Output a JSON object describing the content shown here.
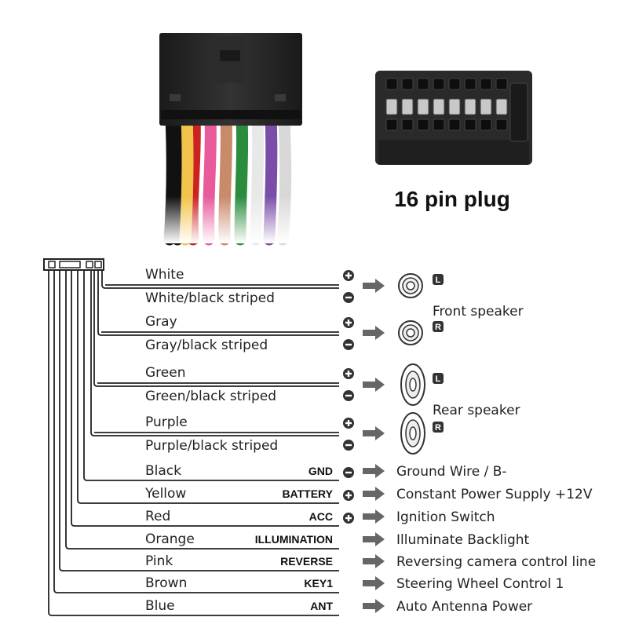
{
  "plug_caption": "16 pin plug",
  "speaker_groups": [
    {
      "label": "Front speaker"
    },
    {
      "label": "Rear speaker"
    }
  ],
  "speakers": [
    {
      "badge": "L"
    },
    {
      "badge": "R"
    },
    {
      "badge": "L"
    },
    {
      "badge": "R"
    }
  ],
  "speaker_wires": [
    {
      "label": "White",
      "polarity": "+"
    },
    {
      "label": "White/black striped",
      "polarity": "−"
    },
    {
      "label": "Gray",
      "polarity": "+"
    },
    {
      "label": "Gray/black striped",
      "polarity": "−"
    },
    {
      "label": "Green",
      "polarity": "+"
    },
    {
      "label": "Green/black striped",
      "polarity": "−"
    },
    {
      "label": "Purple",
      "polarity": "+"
    },
    {
      "label": "Purple/black striped",
      "polarity": "−"
    }
  ],
  "function_wires": [
    {
      "label": "Black",
      "code": "GND",
      "polarity": "−",
      "function": "Ground Wire / B-"
    },
    {
      "label": "Yellow",
      "code": "BATTERY",
      "polarity": "+",
      "function": "Constant Power Supply +12V"
    },
    {
      "label": "Red",
      "code": "ACC",
      "polarity": "+",
      "function": "Ignition Switch"
    },
    {
      "label": "Orange",
      "code": "ILLUMINATION",
      "polarity": "",
      "function": "Illuminate Backlight"
    },
    {
      "label": "Pink",
      "code": "REVERSE",
      "polarity": "",
      "function": "Reversing camera control line"
    },
    {
      "label": "Brown",
      "code": "KEY1",
      "polarity": "",
      "function": "Steering Wheel Control 1"
    },
    {
      "label": "Blue",
      "code": "ANT",
      "polarity": "",
      "function": "Auto  Antenna Power"
    }
  ],
  "colors": {
    "connector_body": "#222222",
    "arrow": "#666666",
    "sign_badge": "#333333",
    "wires_photo": [
      "#d8d8d8",
      "#cc2222",
      "#e85a9a",
      "#c98a6a",
      "#2b8c3e",
      "#e8e8e8",
      "#7a4ea8",
      "#f2c34a",
      "#111111"
    ]
  }
}
